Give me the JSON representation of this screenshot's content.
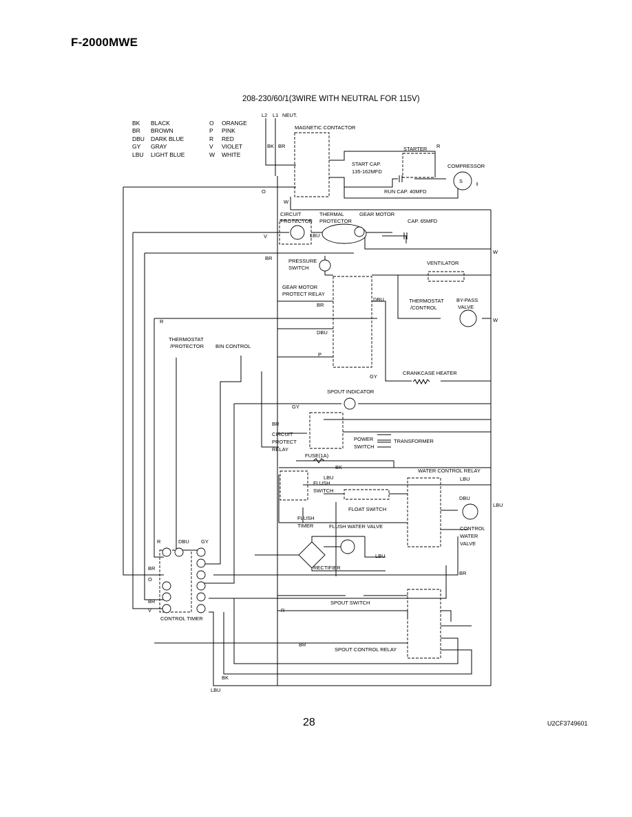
{
  "header": {
    "model": "F-2000MWE",
    "title": "208-230/60/1(3WIRE WITH NEUTRAL FOR 115V)"
  },
  "legend": [
    {
      "code": "BK",
      "name": "BLACK"
    },
    {
      "code": "BR",
      "name": "BROWN"
    },
    {
      "code": "DBU",
      "name": "DARK BLUE"
    },
    {
      "code": "GY",
      "name": "GRAY"
    },
    {
      "code": "LBU",
      "name": "LIGHT BLUE"
    },
    {
      "code": "O",
      "name": "ORANGE"
    },
    {
      "code": "P",
      "name": "PINK"
    },
    {
      "code": "R",
      "name": "RED"
    },
    {
      "code": "V",
      "name": "VIOLET"
    },
    {
      "code": "W",
      "name": "WHITE"
    }
  ],
  "components": {
    "supply": [
      "L2",
      "L1",
      "NEUT."
    ],
    "magnetic_contactor": "MAGNETIC CONTACTOR",
    "starter": "STARTER",
    "compressor": "COMPRESSOR",
    "start_cap": "START CAP.",
    "start_cap_value": "135-162MFD",
    "run_cap": "RUN CAP. 40MFD",
    "circuit_protector": [
      "CIRCUIT",
      "PROTECTOR"
    ],
    "thermal_protector": [
      "THERMAL",
      "PROTECTOR"
    ],
    "gear_motor": "GEAR MOTOR",
    "cap": "CAP. 65MFD",
    "pressure_switch": [
      "PRESSURE",
      "SWITCH"
    ],
    "ventilator": "VENTILATOR",
    "gear_motor_protect_relay": [
      "GEAR MOTOR",
      "PROTECT RELAY"
    ],
    "thermostat_control": [
      "THERMOSTAT",
      "/CONTROL"
    ],
    "bypass_valve": [
      "BY-PASS",
      "VALVE"
    ],
    "thermostat_protector": [
      "THERMOSTAT",
      "/PROTECTOR"
    ],
    "bin_control": "BIN CONTROL",
    "crankcase_heater": "CRANKCASE HEATER",
    "spout_indicator": "SPOUT INDICATOR",
    "circuit_protect_relay": [
      "CIRCUIT",
      "PROTECT",
      "RELAY"
    ],
    "power_switch": [
      "POWER",
      "SWITCH"
    ],
    "transformer": "TRANSFORMER",
    "fuse": "FUSE(1A)",
    "water_control_relay": "WATER CONTROL RELAY",
    "flush_switch": [
      "FLUSH",
      "SWITCH"
    ],
    "float_switch": "FLOAT SWITCH",
    "flush_timer": [
      "FLUSH",
      "TIMER"
    ],
    "flush_water_valve": "FLUSH WATER VALVE",
    "control_water_valve": [
      "CONTROL",
      "WATER",
      "VALVE"
    ],
    "rectifier": "RECTIFIER",
    "control_timer": "CONTROL TIMER",
    "spout_switch": "SPOUT SWITCH",
    "spout_control_relay": "SPOUT CONTROL RELAY"
  },
  "footer": {
    "page": "28",
    "code": "U2CF3749601"
  }
}
